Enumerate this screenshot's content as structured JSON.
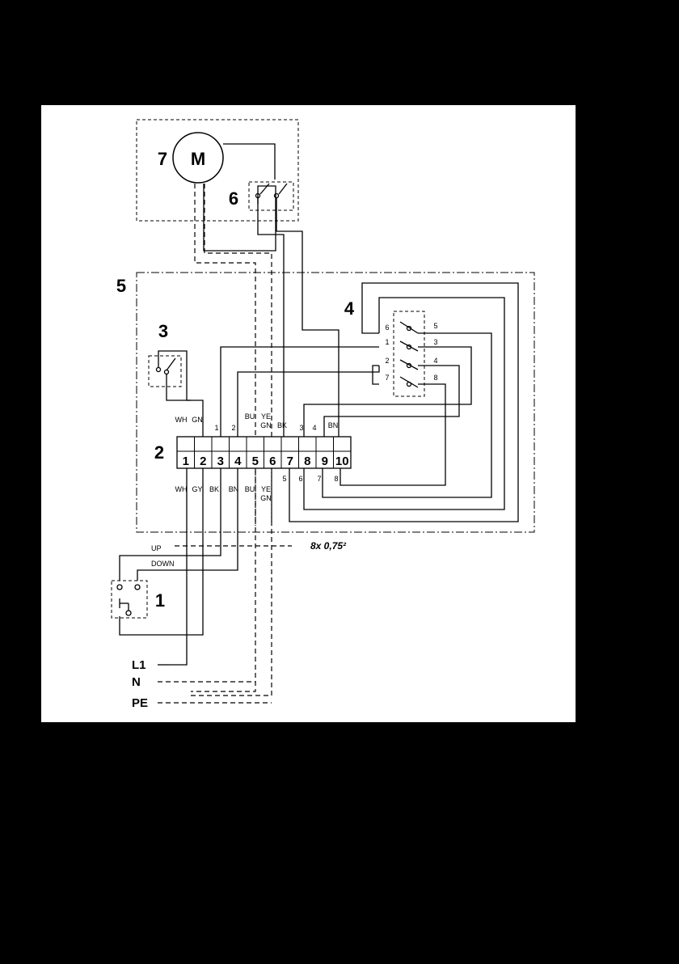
{
  "components": {
    "motor_symbol": "M",
    "motor_number": "7",
    "thermal_switch_number": "6",
    "control_box_number": "5",
    "limit_switch_block_number": "4",
    "safety_switch_number": "3",
    "terminal_block_number": "2",
    "pushbutton_number": "1"
  },
  "terminals": [
    "1",
    "2",
    "3",
    "4",
    "5",
    "6",
    "7",
    "8",
    "9",
    "10"
  ],
  "wire_labels_top": {
    "wh": "WH",
    "gn": "GN",
    "t1": "1",
    "t2": "2",
    "bu": "BU",
    "ye": "YE",
    "gn2": "GN",
    "bk": "BK",
    "t3": "3",
    "t4": "4",
    "bn": "BN"
  },
  "wire_labels_bottom": {
    "wh": "WH",
    "gy": "GY",
    "bk": "BK",
    "bn": "BN",
    "bu": "BU",
    "ye": "YE",
    "gn": "GN",
    "t5": "5",
    "t6": "6",
    "t7": "7",
    "t8": "8"
  },
  "limit_switch_labels": {
    "l6": "6",
    "l5": "5",
    "l1": "1",
    "l3": "3",
    "l2": "2",
    "l4": "4",
    "l7": "7",
    "l8": "8"
  },
  "button_labels": {
    "up": "UP",
    "down": "DOWN"
  },
  "cable_spec": "8x 0,75²",
  "supply": {
    "l1": "L1",
    "n": "N",
    "pe": "PE"
  }
}
